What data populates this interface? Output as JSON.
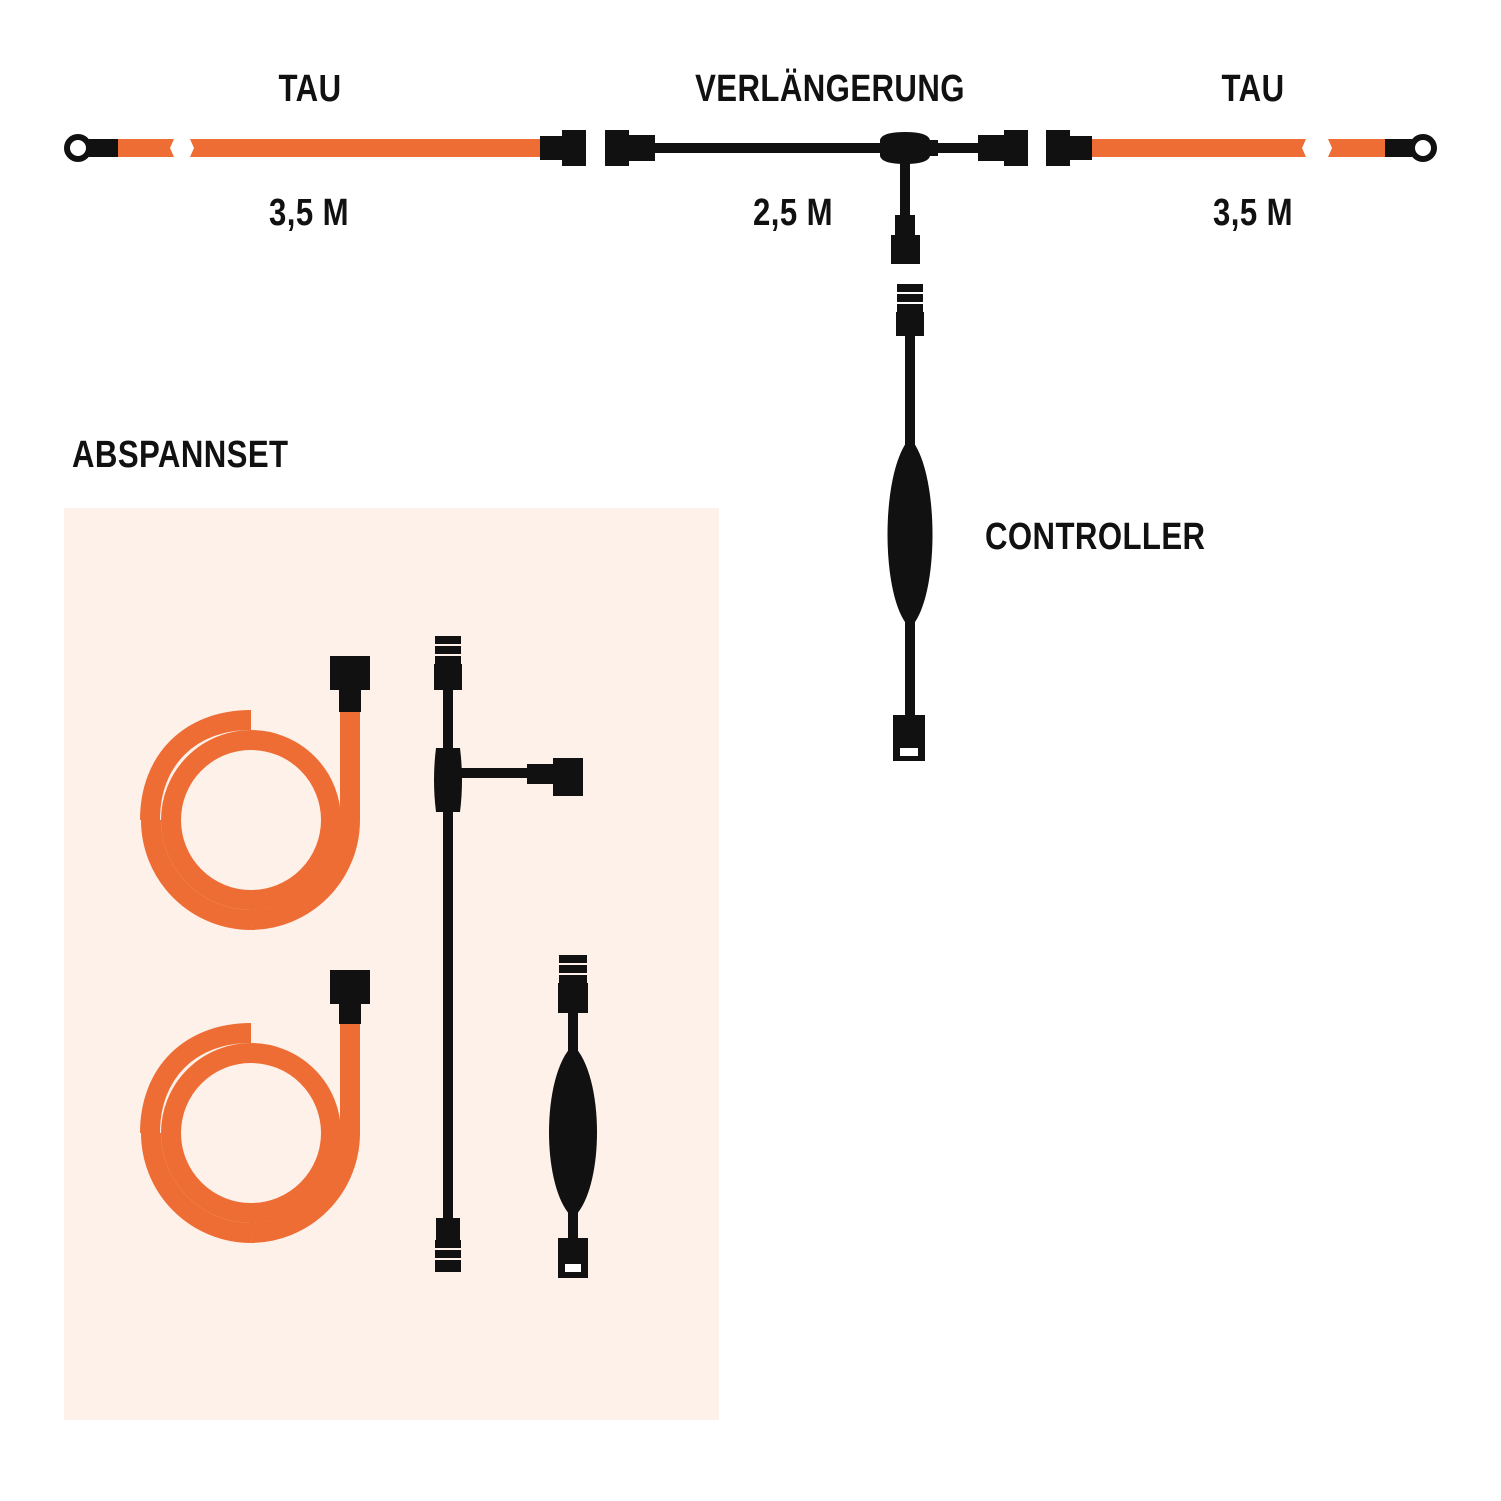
{
  "labels": {
    "tau_left": "TAU",
    "tau_left_length": "3,5 M",
    "extension": "VERLÄNGERUNG",
    "extension_length": "2,5 M",
    "tau_right": "TAU",
    "tau_right_length": "3,5 M",
    "controller": "CONTROLLER",
    "kit_title": "ABSPANNSET"
  },
  "colors": {
    "rope": "#EE6D35",
    "cable": "#111111",
    "kit_background": "#FDF1EA",
    "background": "#FFFFFF"
  }
}
